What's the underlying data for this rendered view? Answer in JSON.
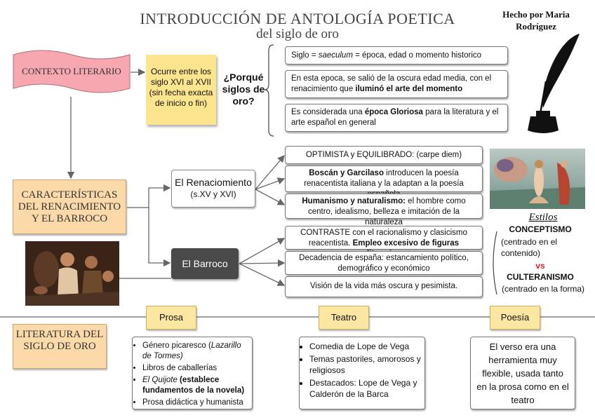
{
  "header": {
    "title": "INTRODUCCIÓN DE ANTOLOGÍA POETICA",
    "subtitle": "del siglo de oro",
    "author": "Hecho por Maria Rodríguez"
  },
  "contexto": {
    "label": "CONTEXTO LITERARIO",
    "note": "Ocurre entre los siglo XVI al XVII (sin fecha exacta de inicio o fin)",
    "question": "¿Porqué siglos de oro?",
    "reasons": {
      "r1a": "Siglo = ",
      "r1b": "saeculum",
      "r1c": " = época, edad o momento historico",
      "r2a": "En esta epoca, se salió de la oscura edad media, con el renacimiento que ",
      "r2b": "iluminó el arte del momento",
      "r3a": "Es considerada una ",
      "r3b": "época Gloriosa",
      "r3c": " para la literatura y el arte español en general"
    }
  },
  "caracteristicas": {
    "label": "CARACTERÍSTICAS DEL RENACIMIENTO Y EL BARROCO",
    "renacimiento": {
      "title": "El Renaciomiento",
      "period": "(s.XV y XVI)",
      "p1": "OPTIMISTA y EQUILIBRADO: (carpe diem)",
      "p2a": "Boscán y Garcilaso",
      "p2b": " introducen la poesía renacentista italiana y la adaptan a la poesía española",
      "p3a": "Humanismo y naturalismo:",
      "p3b": " el hombre como centro, idealismo, belleza e imitación de la naturaleza"
    },
    "barroco": {
      "title": "El Barroco",
      "p1a": "CONTRASTE con el racionalismo y clasicismo reacentista. ",
      "p1b": "Empleo excesivo de figuras literarias",
      "p2": "Decadencia de españa: estancamiento político, demográfico y económico",
      "p3": "Visión de la vida más oscura y pesimista."
    },
    "estilos": {
      "heading": "Estilos",
      "s1": "CONCEPTISMO",
      "s1d": "(centrado en el contenido)",
      "vs": "vs",
      "s2": "CULTERANISMO",
      "s2d": "(centrado en la forma)"
    }
  },
  "literatura": {
    "label": "LITERATURA DEL SIGLO DE ORO",
    "prosa": {
      "tab": "Prosa",
      "i1a": "Género picaresco (",
      "i1b": "Lazarillo de Tormes)",
      "i2": "Libros de caballerías",
      "i3a": "El Quijote",
      "i3b": " (establece fundamentos de la novela)",
      "i4": "Prosa didáctica y humanista"
    },
    "teatro": {
      "tab": "Teatro",
      "i1": "Comedia de Lope de Vega",
      "i2": "Temas pastoriles, amorosos y religiosos",
      "i3": "Destacados: Lope de Vega y Calderón de la Barca"
    },
    "poesia": {
      "tab": "Poesía",
      "text": "El verso era una herramienta muy flexible, usada tanto en la prosa como en el teatro"
    }
  },
  "colors": {
    "flag_pink": "#f6a7b0",
    "peach": "#fbd9a8",
    "note_yellow": "#fde58e",
    "barroco_dark": "#4a4a4a",
    "vs_red": "#d9232a"
  }
}
